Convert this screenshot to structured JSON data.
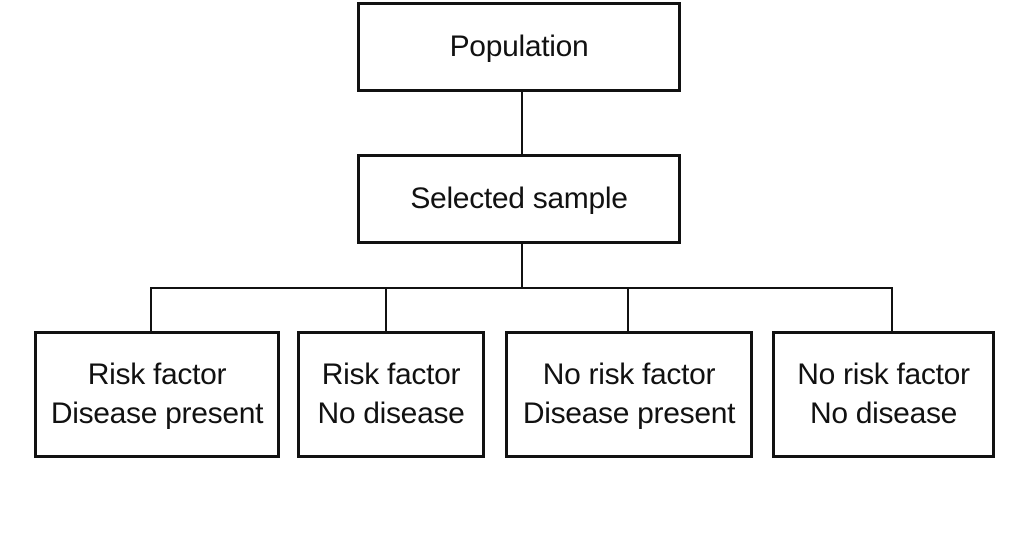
{
  "nodes": {
    "population": {
      "label": "Population"
    },
    "sample": {
      "label": "Selected sample"
    },
    "groups": [
      {
        "line1": "Risk factor",
        "line2": "Disease present"
      },
      {
        "line1": "Risk factor",
        "line2": "No disease"
      },
      {
        "line1": "No risk factor",
        "line2": "Disease present"
      },
      {
        "line1": "No risk factor",
        "line2": "No disease"
      }
    ]
  }
}
